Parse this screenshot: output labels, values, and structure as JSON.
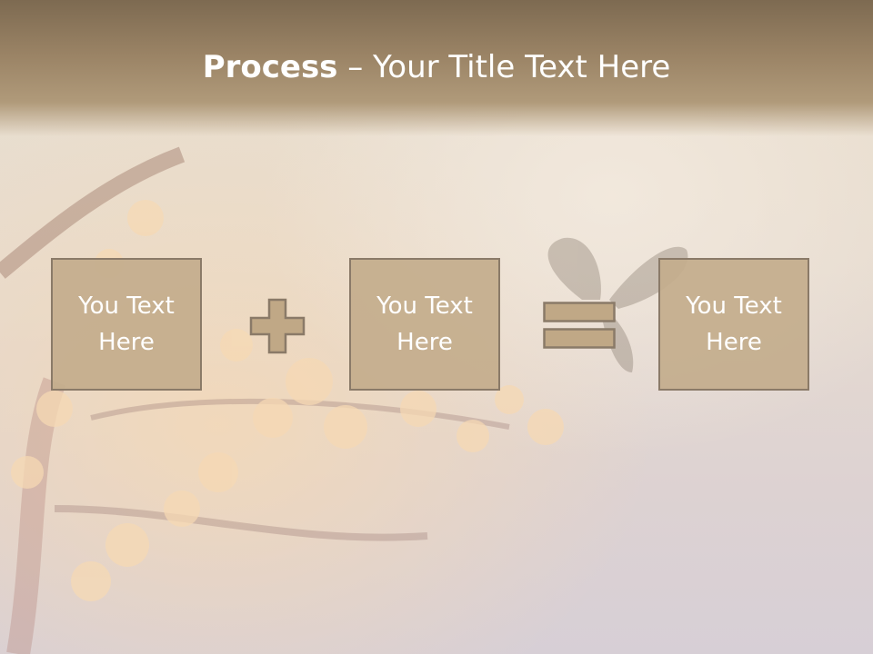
{
  "slide": {
    "title_strong": "Process",
    "title_rest": " – Your Title Text Here"
  },
  "boxes": [
    {
      "text": "You Text Here"
    },
    {
      "text": "You Text Here"
    },
    {
      "text": "You Text Here"
    }
  ],
  "colors": {
    "box_fill": "#c3ac8c",
    "box_border": "#8a7a68",
    "operator_fill": "#c0a886",
    "operator_border": "#8a7a68",
    "header_band": "#9a8365"
  },
  "icons": [
    "plus-operator",
    "equals-operator"
  ]
}
